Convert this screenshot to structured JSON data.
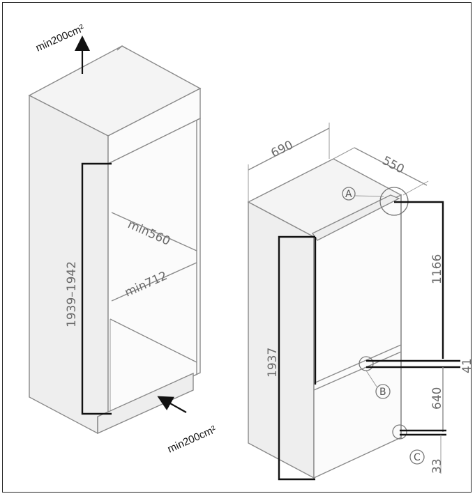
{
  "top_vent": {
    "label": "min200cm²"
  },
  "bottom_vent": {
    "label": "min200cm²"
  },
  "cabinet": {
    "height_range": "1939–1942",
    "min_width": "min560",
    "min_depth": "min712"
  },
  "appliance": {
    "width": "690",
    "depth": "550",
    "height": "1937",
    "upper_height": "1166",
    "gap_value": "41",
    "lower_height": "640",
    "base_height": "33",
    "marker_a": "A",
    "marker_b": "B",
    "marker_c": "C"
  },
  "colors": {
    "line": "#8a8a8a",
    "highlight": "#111111"
  }
}
